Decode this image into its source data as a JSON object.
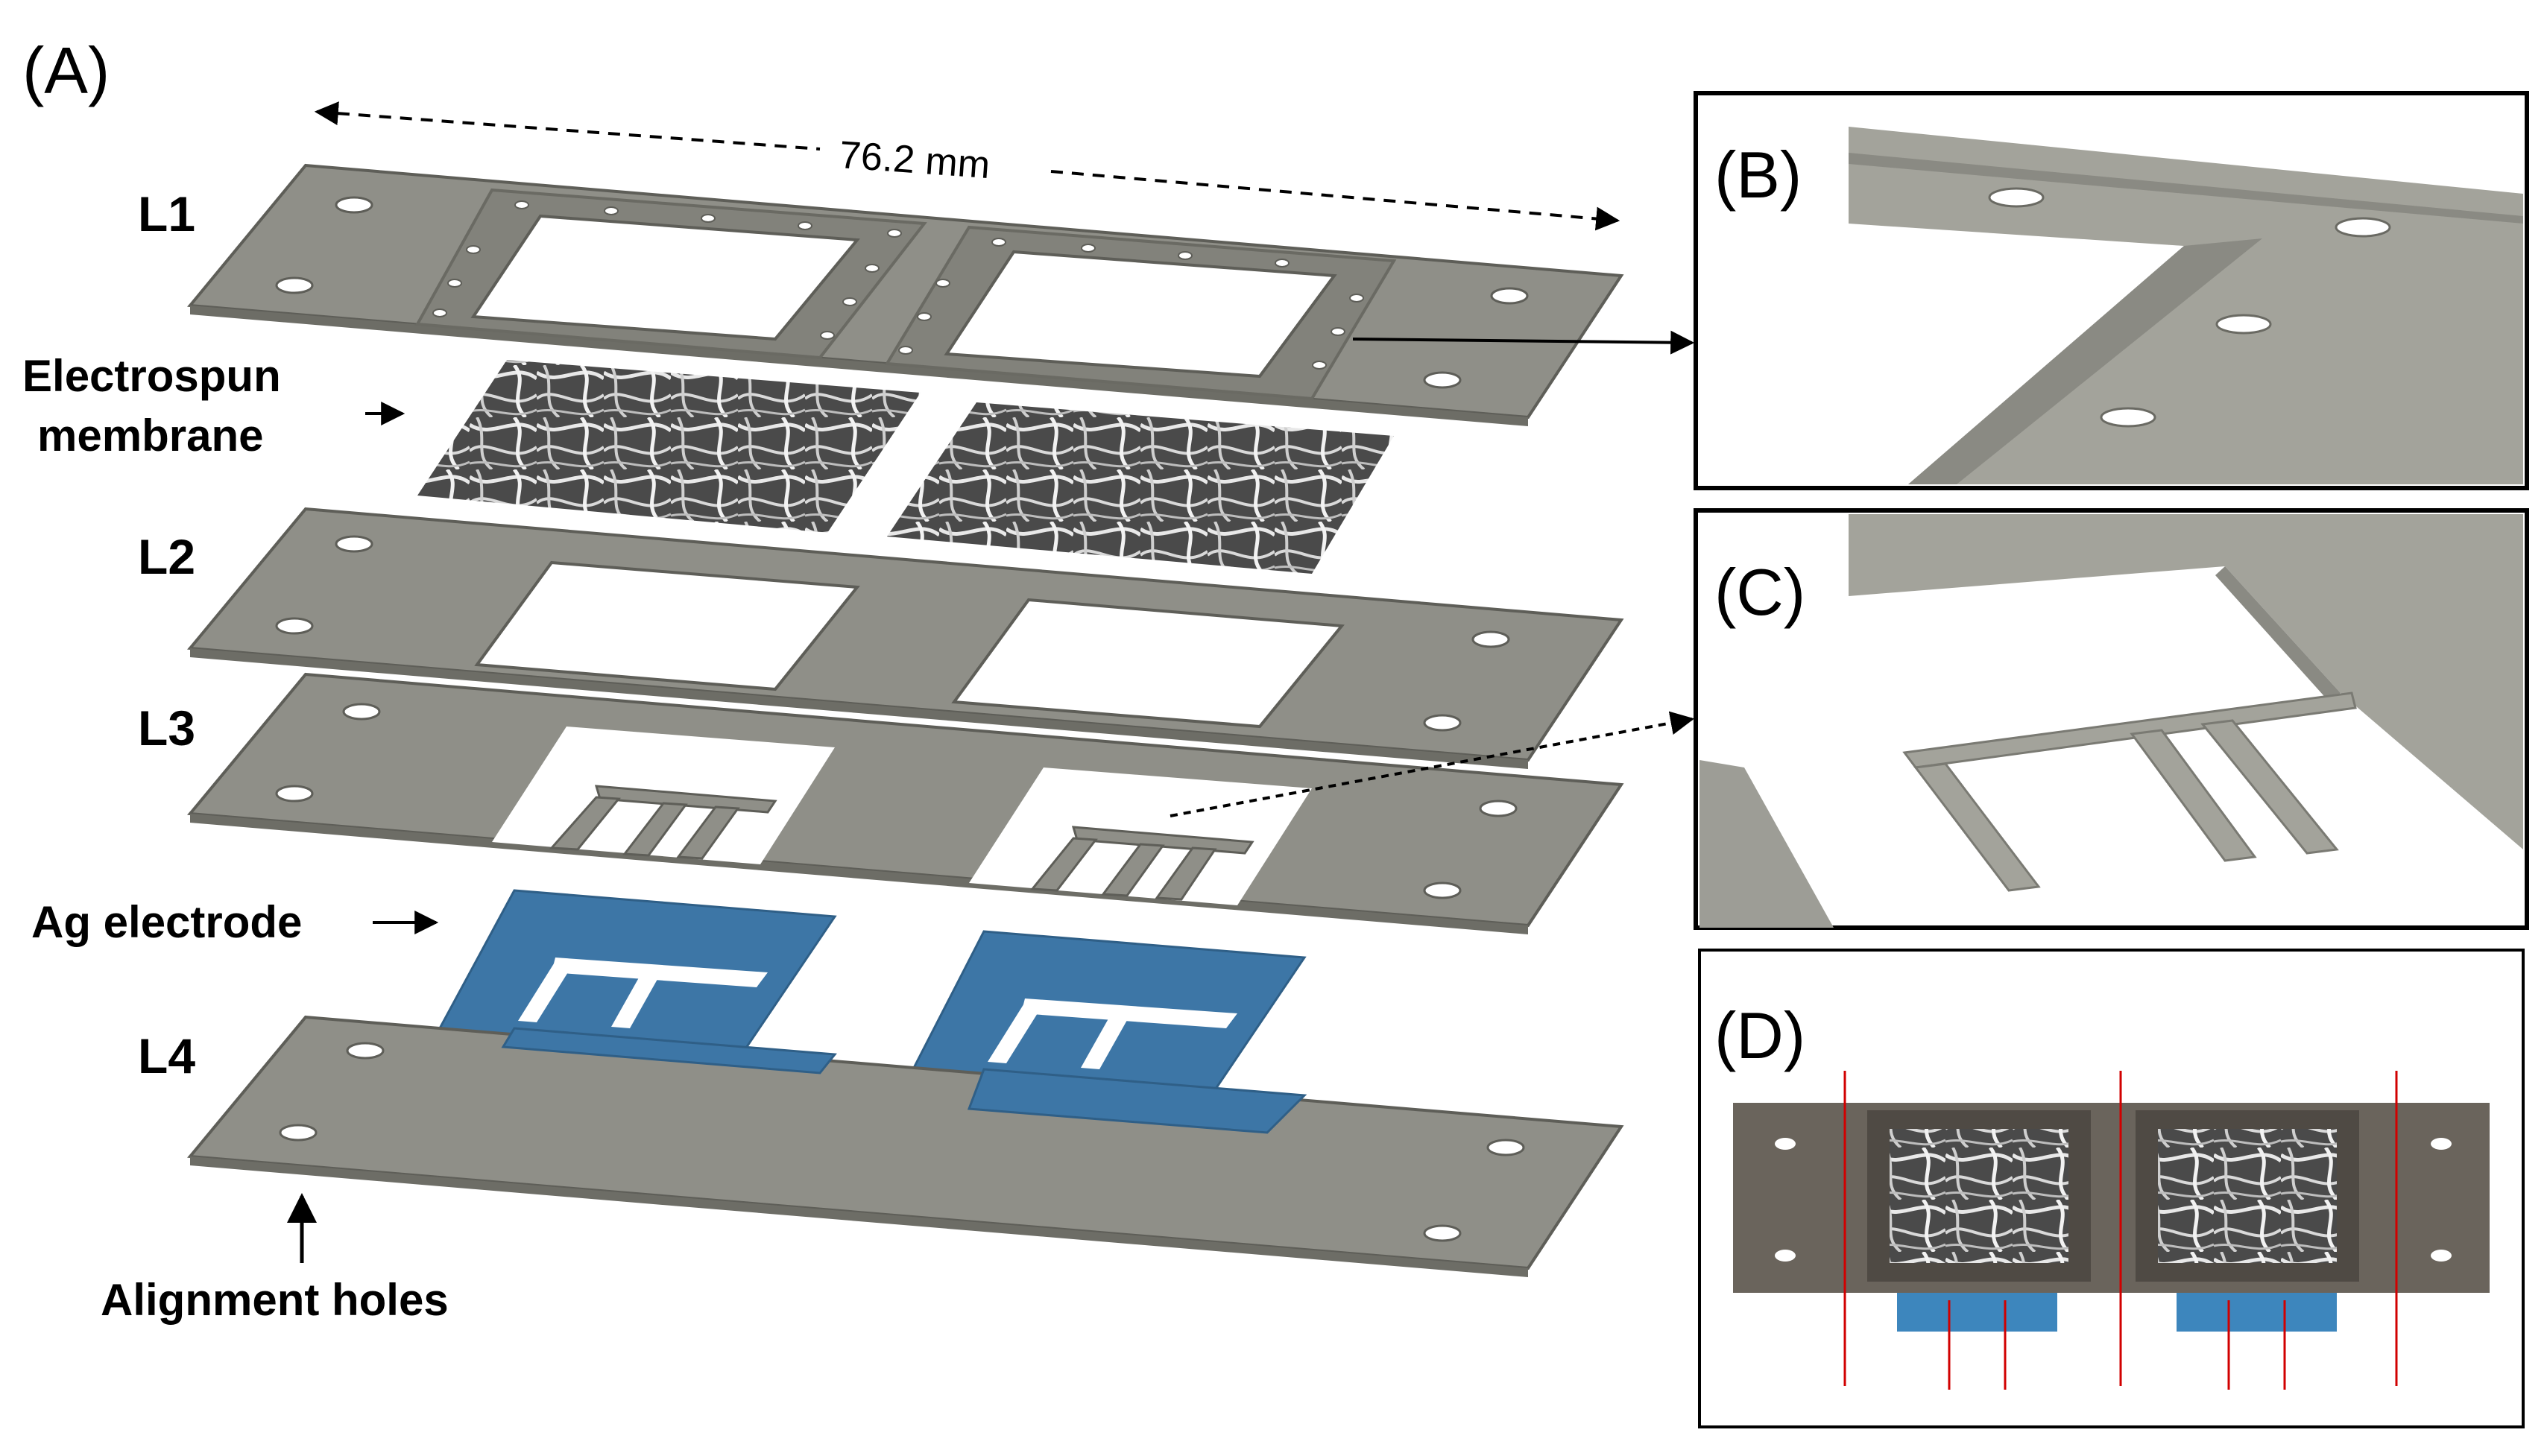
{
  "panels": {
    "a": "(A)",
    "b": "(B)",
    "c": "(C)",
    "d": "(D)"
  },
  "dimension": "76.2 mm",
  "layers": {
    "l1": "L1",
    "l2": "L2",
    "l3": "L3",
    "l4": "L4"
  },
  "callouts": {
    "membrane_line1": "Electrospun",
    "membrane_line2": "membrane",
    "electrode": "Ag electrode",
    "holes": "Alignment holes"
  },
  "colors": {
    "plate": "#8f8f88",
    "plate_edge": "#5e5e58",
    "electrode": "#3d76a6",
    "frame_dark": "#6a645c",
    "cut_line": "#d10000"
  }
}
